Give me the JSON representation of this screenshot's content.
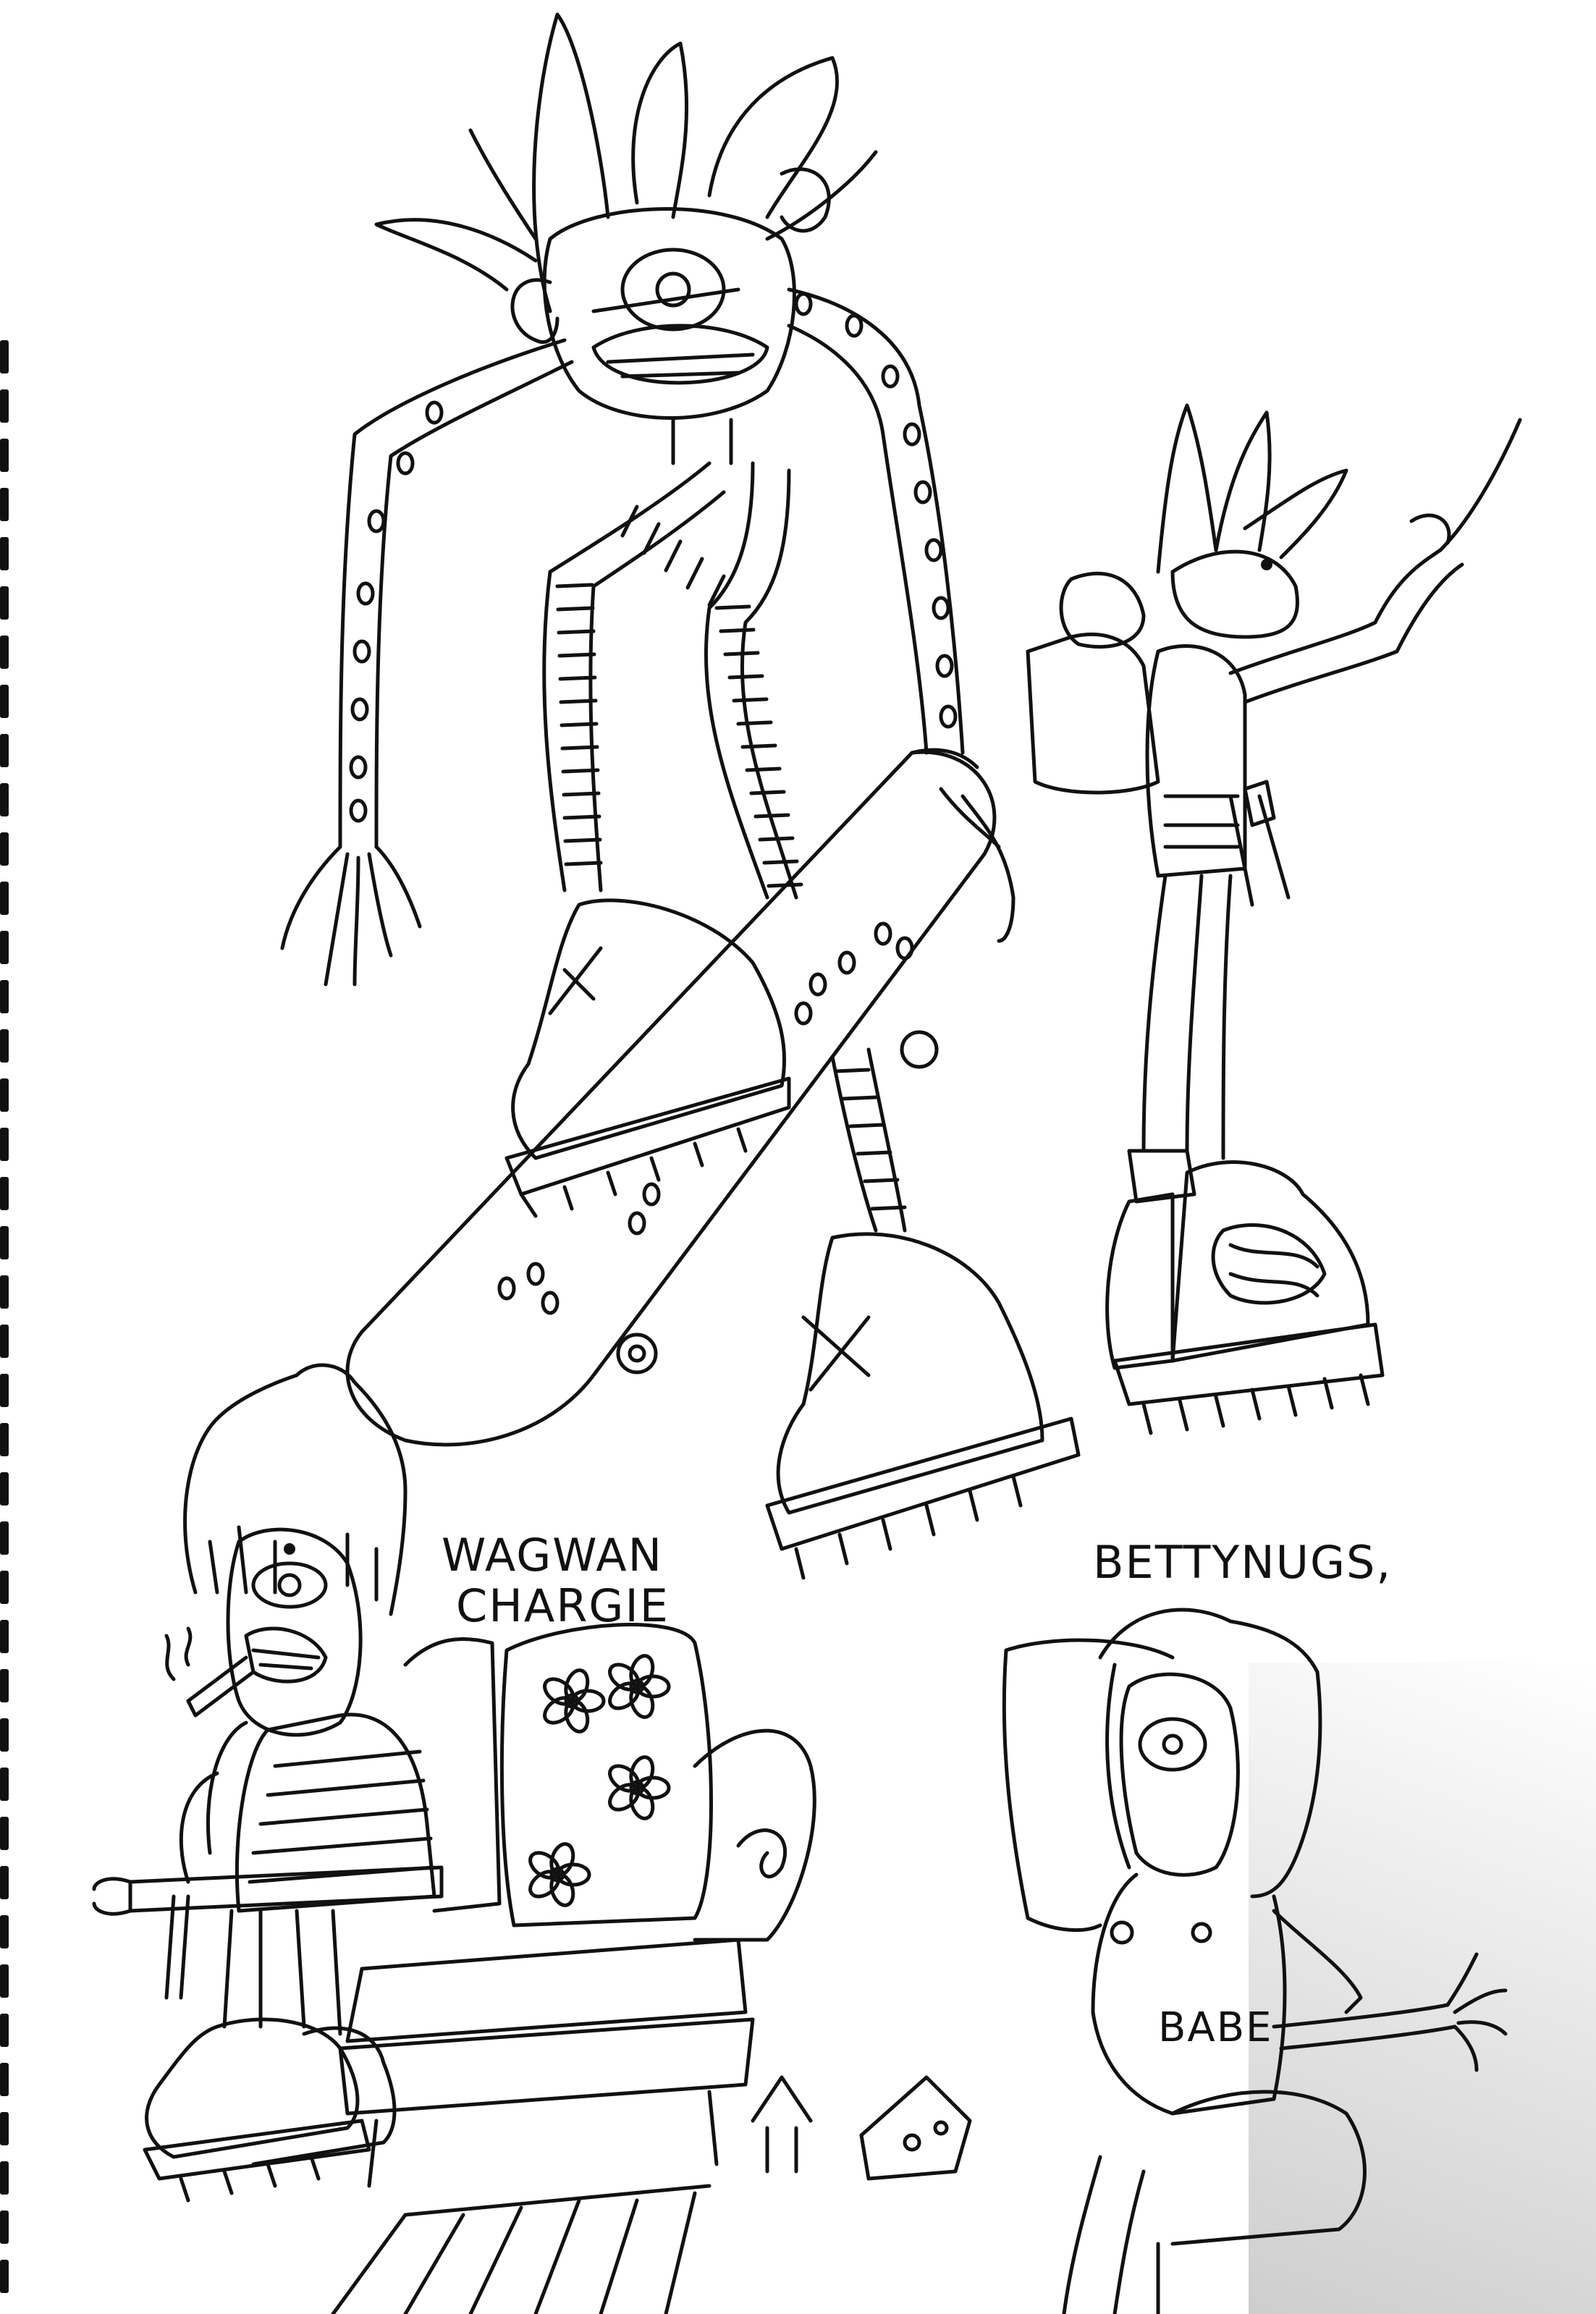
{
  "drawing": {
    "captions": {
      "left_line1": "WAGWAN",
      "left_line2": "CHARGIE",
      "right": "BETTYNUGS,",
      "shirt": "BABE"
    },
    "ink_color": "#111111",
    "paper_color": "#ffffff"
  }
}
